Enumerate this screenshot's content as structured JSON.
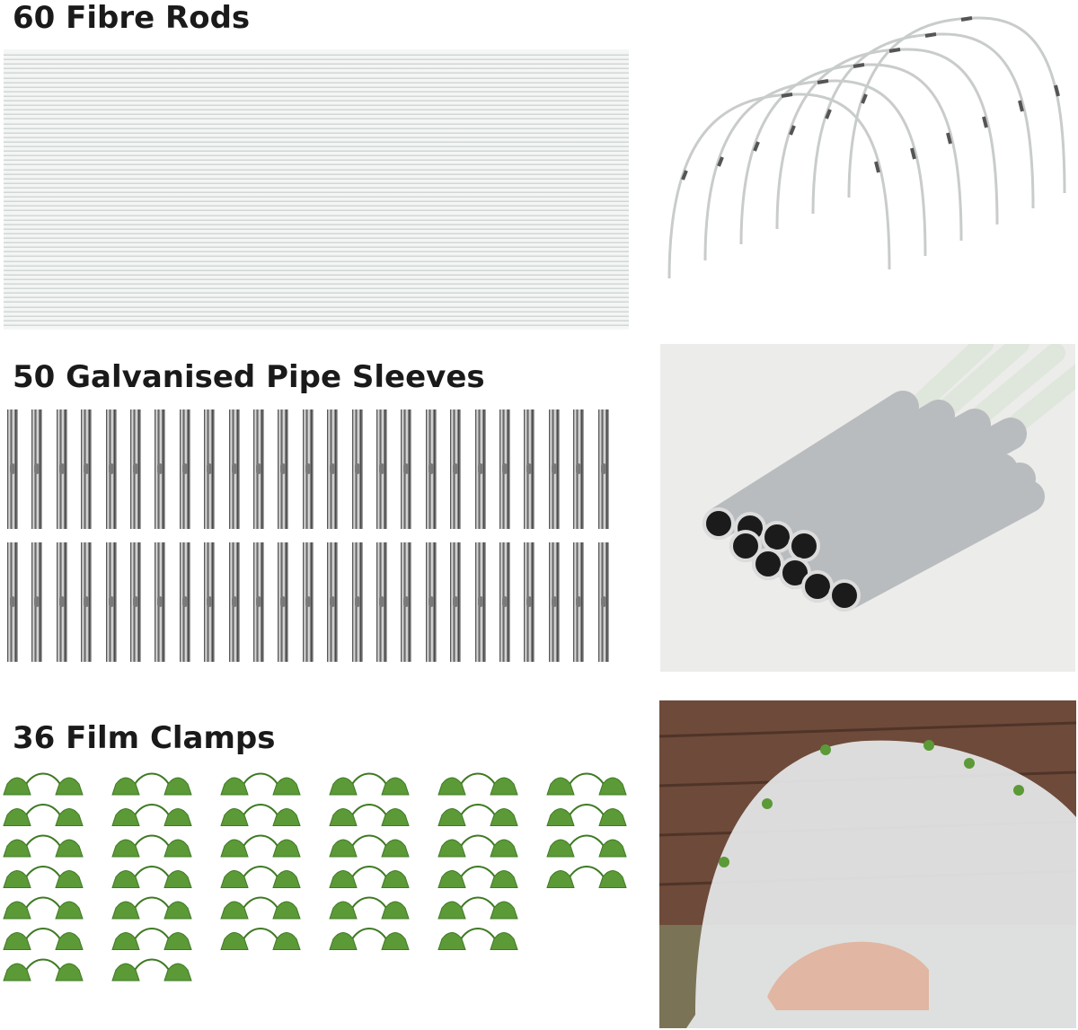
{
  "sections": {
    "rods": {
      "heading": "60 Fibre Rods",
      "count": 60
    },
    "sleeves": {
      "heading": "50 Galvanised Pipe Sleeves",
      "count": 50
    },
    "clamps": {
      "heading": "36 Film Clamps",
      "count": 36
    }
  },
  "colors": {
    "clamp_green": "#5b9a37",
    "clamp_dark": "#3f7a24",
    "rod_white": "#f4f6f5",
    "hoop_gray": "#c8ccca"
  }
}
